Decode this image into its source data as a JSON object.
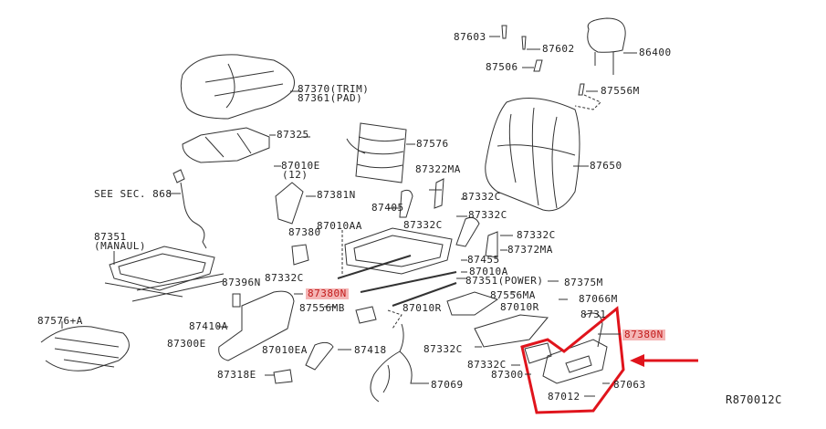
{
  "diagram": {
    "code": "R870012C",
    "highlight_color": "#e0141c",
    "label_highlight_bg": "#f4b5b5",
    "labels": {
      "p87603": "87603",
      "p87602": "87602",
      "p86400": "86400",
      "p87506": "87506",
      "p87556M": "87556M",
      "p87370": "87370(TRIM)",
      "p87361": "87361(PAD)",
      "p87325": "87325",
      "p87576": "87576",
      "p87010E": "87010E",
      "p87010E_qty": "(12)",
      "p87322MA": "87322MA",
      "p87650": "87650",
      "seeSec": "SEE SEC. 868",
      "p87381N": "87381N",
      "p87405": "87405",
      "p87332C_a": "87332C",
      "p87332C_b": "87332C",
      "p87332C_c": "87332C",
      "p87332C_d": "87332C",
      "p87010AA": "87010AA",
      "p87372MA": "87372MA",
      "p87351m": "87351",
      "p87351m_note": "(MANAUL)",
      "p87380": "87380",
      "p87455": "87455",
      "p87010A": "87010A",
      "p87351p": "87351(POWER)",
      "p87332C_e": "87332C",
      "p87396N": "87396N",
      "p87380N_a": "87380N",
      "p87375M": "87375M",
      "p87556MA": "87556MA",
      "p87556MB": "87556MB",
      "p87010R_a": "87010R",
      "p87010R_b": "87010R",
      "p87066M": "87066M",
      "p87576A": "87576+A",
      "p87410A": "87410A",
      "p8731": "8731",
      "p87380N_b": "87380N",
      "p87300E": "87300E",
      "p87010EA": "87010EA",
      "p87418": "87418",
      "p87332C_f": "87332C",
      "p87332C_g": "87332C",
      "p87300": "87300",
      "p87318E": "87318E",
      "p87069": "87069",
      "p87012": "87012",
      "p87063": "87063"
    }
  }
}
